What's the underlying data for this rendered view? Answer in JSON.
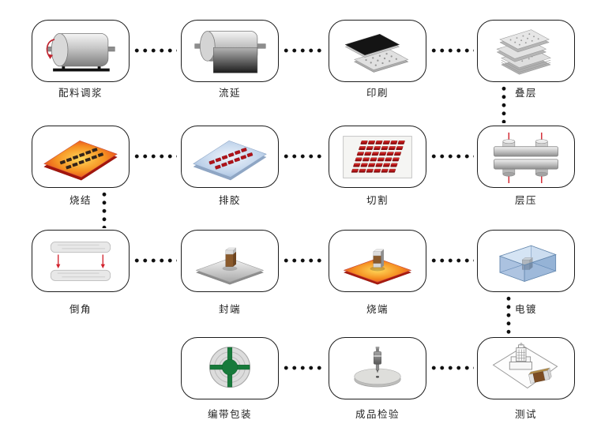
{
  "diagram": {
    "type": "process-flow",
    "connector_style": "dotted-line",
    "colors": {
      "background": "#ffffff",
      "box_border": "#1c1c1c",
      "dot_black": "#101010",
      "arrow_red": "#d2202b",
      "reel_green": "#177a3b",
      "hot_plate_orange": "#f07a1f",
      "plating_blue": "#8fb4dd",
      "chip_red": "#b01116",
      "chip_brown": "#8a5a2c"
    },
    "steps": [
      {
        "id": "mixing",
        "label": "配料调浆",
        "icon": "ball-mill-icon"
      },
      {
        "id": "tape-casting",
        "label": "流延",
        "icon": "casting-roller-icon"
      },
      {
        "id": "printing",
        "label": "印刷",
        "icon": "screen-printing-icon"
      },
      {
        "id": "stacking",
        "label": "叠层",
        "icon": "sheet-stack-icon"
      },
      {
        "id": "sintering",
        "label": "烧结",
        "icon": "sintering-plate-icon"
      },
      {
        "id": "binder-burnout",
        "label": "排胶",
        "icon": "binder-burnout-plate-icon"
      },
      {
        "id": "cutting",
        "label": "切割",
        "icon": "dicing-grid-icon"
      },
      {
        "id": "lamination",
        "label": "层压",
        "icon": "lamination-press-icon"
      },
      {
        "id": "chamfering",
        "label": "倒角",
        "icon": "chamfer-rollers-icon"
      },
      {
        "id": "termination",
        "label": "封端",
        "icon": "termination-chip-icon"
      },
      {
        "id": "end-firing",
        "label": "烧端",
        "icon": "end-firing-chip-icon"
      },
      {
        "id": "plating",
        "label": "电镀",
        "icon": "plating-tank-icon"
      },
      {
        "id": "taping-packaging",
        "label": "编带包装",
        "icon": "tape-reel-icon"
      },
      {
        "id": "final-inspection",
        "label": "成品检验",
        "icon": "inspection-gauge-icon"
      },
      {
        "id": "testing",
        "label": "测试",
        "icon": "testing-station-icon"
      }
    ],
    "flow": [
      "配料调浆",
      "流延",
      "印刷",
      "叠层",
      "层压",
      "切割",
      "排胶",
      "烧结",
      "倒角",
      "封端",
      "烧端",
      "电镀",
      "测试",
      "成品检验",
      "编带包装"
    ]
  }
}
